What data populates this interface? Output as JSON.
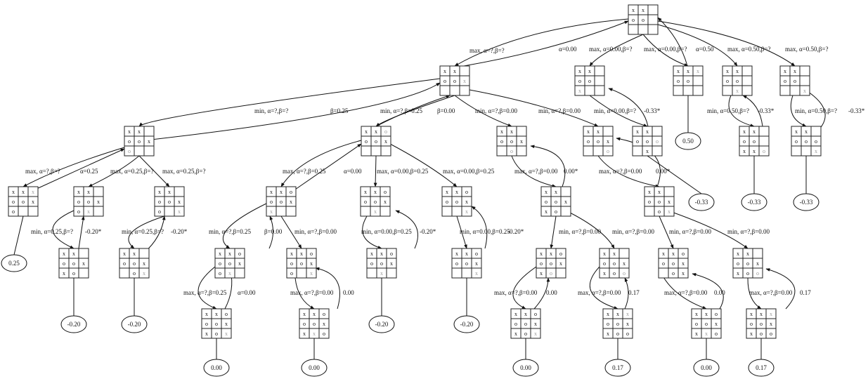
{
  "boards": {
    "n0": [
      "x",
      "x",
      "",
      "o",
      "o",
      "",
      "",
      "",
      ""
    ],
    "n1": [
      "x",
      "x",
      "",
      "o",
      "o",
      "x",
      "",
      "",
      ""
    ],
    "n2": [
      "x",
      "x",
      "",
      "o",
      "o",
      "",
      "x",
      "",
      ""
    ],
    "n3": [
      "x",
      "x",
      "x",
      "o",
      "o",
      "",
      "",
      "",
      ""
    ],
    "n4": [
      "x",
      "x",
      "",
      "o",
      "o",
      "",
      "",
      "x",
      ""
    ],
    "n5": [
      "x",
      "x",
      "",
      "o",
      "o",
      "",
      "",
      "",
      "x"
    ],
    "n6": [
      "x",
      "x",
      "",
      "o",
      "o",
      "x",
      "o",
      "",
      ""
    ],
    "n7": [
      "x",
      "x",
      "o",
      "o",
      "o",
      "x",
      "",
      "",
      ""
    ],
    "n8": [
      "x",
      "x",
      "",
      "o",
      "o",
      "x",
      "",
      "o",
      ""
    ],
    "n9": [
      "x",
      "x",
      "",
      "o",
      "o",
      "x",
      "",
      "",
      "o"
    ],
    "n10": [
      "x",
      "x",
      "",
      "o",
      "o",
      "x",
      "x",
      "o",
      ""
    ],
    "n11": [
      "x",
      "x",
      "",
      "o",
      "o",
      "",
      "x",
      "x",
      "o"
    ],
    "n12": [
      "x",
      "x",
      "",
      "o",
      "o",
      "o",
      "",
      "x",
      ""
    ],
    "n13": [
      "x",
      "x",
      "",
      "o",
      "o",
      "o",
      "",
      "",
      "x"
    ],
    "l1": [
      "x",
      "x",
      "x",
      "o",
      "o",
      "x",
      "o",
      "",
      ""
    ],
    "l2": [
      "x",
      "x",
      "",
      "o",
      "o",
      "x",
      "o",
      "x",
      ""
    ],
    "l3": [
      "x",
      "x",
      "",
      "o",
      "o",
      "x",
      "o",
      "",
      "x"
    ],
    "l4": [
      "x",
      "x",
      "o",
      "o",
      "o",
      "x",
      "x",
      "",
      ""
    ],
    "l5": [
      "x",
      "x",
      "o",
      "o",
      "o",
      "x",
      "",
      "x",
      ""
    ],
    "l6": [
      "x",
      "x",
      "o",
      "o",
      "o",
      "x",
      "",
      "",
      "x"
    ],
    "l7": [
      "x",
      "x",
      "",
      "o",
      "o",
      "x",
      "x",
      "o",
      ""
    ],
    "l8": [
      "x",
      "x",
      "",
      "o",
      "o",
      "x",
      "",
      "o",
      "x"
    ],
    "n14": [
      "x",
      "x",
      "o",
      "o",
      "o",
      "x",
      "o",
      "x",
      ""
    ],
    "n15": [
      "x",
      "x",
      "o",
      "o",
      "o",
      "x",
      "o",
      "",
      "x"
    ],
    "n16": [
      "x",
      "x",
      "o",
      "o",
      "o",
      "x",
      "x",
      "o",
      ""
    ],
    "n17": [
      "x",
      "x",
      "",
      "o",
      "o",
      "x",
      "x",
      "o",
      "o"
    ],
    "n18": [
      "x",
      "x",
      "o",
      "o",
      "o",
      "x",
      "",
      "o",
      "x"
    ],
    "n19": [
      "x",
      "x",
      "",
      "o",
      "o",
      "x",
      "x",
      "o",
      "o"
    ],
    "l9": [
      "x",
      "x",
      "o",
      "o",
      "o",
      "x",
      "x",
      "o",
      "x"
    ],
    "l10": [
      "x",
      "x",
      "o",
      "o",
      "o",
      "x",
      "x",
      "x",
      "o"
    ],
    "l11": [
      "x",
      "x",
      "o",
      "o",
      "o",
      "x",
      "x",
      "o",
      "x"
    ],
    "l12": [
      "x",
      "x",
      "x",
      "o",
      "o",
      "x",
      "x",
      "o",
      "o"
    ],
    "l13": [
      "x",
      "x",
      "o",
      "o",
      "o",
      "x",
      "x",
      "x",
      "o"
    ],
    "l14": [
      "x",
      "x",
      "x",
      "o",
      "o",
      "x",
      "x",
      "o",
      "o"
    ],
    "l15": [
      "x",
      "x",
      "o",
      "o",
      "o",
      "x",
      "x",
      "o",
      "x"
    ],
    "l16": [
      "x",
      "x",
      "o",
      "o",
      "o",
      "x",
      "x",
      "x",
      "o"
    ]
  },
  "new_marks": {
    "n1": [
      5
    ],
    "n2": [
      6
    ],
    "n3": [
      2
    ],
    "n4": [
      7
    ],
    "n5": [
      8
    ],
    "n6": [
      6
    ],
    "n7": [
      2
    ],
    "n8": [
      7
    ],
    "n9": [
      8
    ],
    "n10": [
      6
    ],
    "n11": [
      8
    ],
    "n12": [
      5
    ],
    "n13": [
      8
    ],
    "l1": [
      2
    ],
    "l2": [
      7
    ],
    "l3": [
      8
    ],
    "l4": [
      6
    ],
    "l5": [
      7
    ],
    "l6": [
      8
    ],
    "l7": [
      2
    ],
    "l8": [
      8
    ],
    "n14": [
      7
    ],
    "n15": [
      8
    ],
    "n16": [
      7
    ],
    "n17": [
      8
    ],
    "n18": [
      6
    ],
    "n19": [
      8
    ],
    "l9": [
      8
    ],
    "l10": [
      7
    ],
    "l11": [
      8
    ],
    "l12": [
      2
    ],
    "l13": [
      7
    ],
    "l14": [
      2
    ],
    "l15": [
      8
    ],
    "l16": [
      7
    ]
  },
  "leaf_values": {
    "v_n3": "0.50",
    "v_n4": "-0.33",
    "v_n5": "-0.33",
    "v_n13": "-0.33",
    "v_n12": "-0.33",
    "v_l1": "0.25",
    "v_l2": "-0.20",
    "v_l3": "-0.20",
    "v_l9": "0.00",
    "v_l10": "0.00",
    "v_l5b": "-0.20",
    "v_l6b": "-0.20",
    "v_l11": "0.00",
    "v_l12": "0.17",
    "v_l13": "0.00",
    "v_l14": "0.17"
  },
  "edge_labels": {
    "e_root_n1_down": "max, α=?,β=?",
    "e_root_n1_up": "α=0.00",
    "e_root_n2": "max, α=0.00,β=?",
    "e_root_n3": "max, α=0.00,β=?",
    "e_root_n3_up": "α=0.50",
    "e_root_n4": "max, α=0.50,β=?",
    "e_root_n5": "max, α=0.50,β=?",
    "e_n2_up": "-0.33*",
    "e_n2_child": "min, α=0.00,β=?",
    "e_n4_child": "min, α=0.50,β=?",
    "e_n4_up": "-0.33*",
    "e_n5_child": "min, α=0.50,β=?",
    "e_n5_up": "-0.33*",
    "e_n1_n6": "min, α=?,β=?",
    "e_n1_n6_up": "β=0.25",
    "e_n1_n7": "min, α=?,β=0.25",
    "e_n1_n7_up": "β=0.00",
    "e_n1_n8": "min, α=?,β=0.00",
    "e_n1_n9": "min, α=?,β=0.00",
    "e_n6_l1": "max, α=?,β=?",
    "e_n6_l1_up": "α=0.25",
    "e_n6_l2": "max, α=0.25,β=?",
    "e_n6_l3": "max, α=0.25,β=?",
    "e_l2_child": "min, α=0.25,β=?",
    "e_l2_up": "-0.20*",
    "e_l3_child": "min, α=0.25,β=?",
    "e_l3_up": "-0.20*",
    "e_n7_l4": "max, α=?,β=0.25",
    "e_n7_l4_up": "α=0.00",
    "e_n7_l5": "max, α=0.00,β=0.25",
    "e_n7_l6": "max, α=0.00,β=0.25",
    "e_l4_n14": "min, α=?,β=0.25",
    "e_l4_n14_up": "β=0.00",
    "e_l4_n15": "min, α=?,β=0.00",
    "e_n14_l9": "max, α=?,β=0.25",
    "e_n14_l9_up": "α=0.00",
    "e_n15_l10": "max, α=?,β=0.00",
    "e_n15_l10_up": "0.00",
    "e_l5_child": "min, α=0.00,β=0.25",
    "e_l5_up": "-0.20*",
    "e_l6_child": "min, α=0.00,β=0.25",
    "e_l6_up": "-0.20*",
    "e_n8_l7": "max, α=?,β=0.00",
    "e_n8_l7_up": "0.00*",
    "e_n9_l8": "max, α=?,β=0.00",
    "e_n9_l8_up": "0.00*",
    "e_l7_n16": "min, α=?,β=0.00",
    "e_l7_n17": "min, α=?,β=0.00",
    "e_l8_n18": "min, α=?,β=0.00",
    "e_l8_n19": "min, α=?,β=0.00",
    "e_n16_l11": "max, α=?,β=0.00",
    "e_n16_l11_up": "0.00",
    "e_n17_l12": "max, α=?,β=0.00",
    "e_n17_l12_up": "0.17",
    "e_n18_l13": "max, α=?,β=0.00",
    "e_n18_l13_up": "0.00",
    "e_n19_l14": "max, α=?,β=0.00",
    "e_n19_l14_up": "0.17"
  },
  "colors": {
    "line": "#111111",
    "new_mark": "#9a9a9a",
    "mark": "#111111",
    "background": "#ffffff"
  }
}
